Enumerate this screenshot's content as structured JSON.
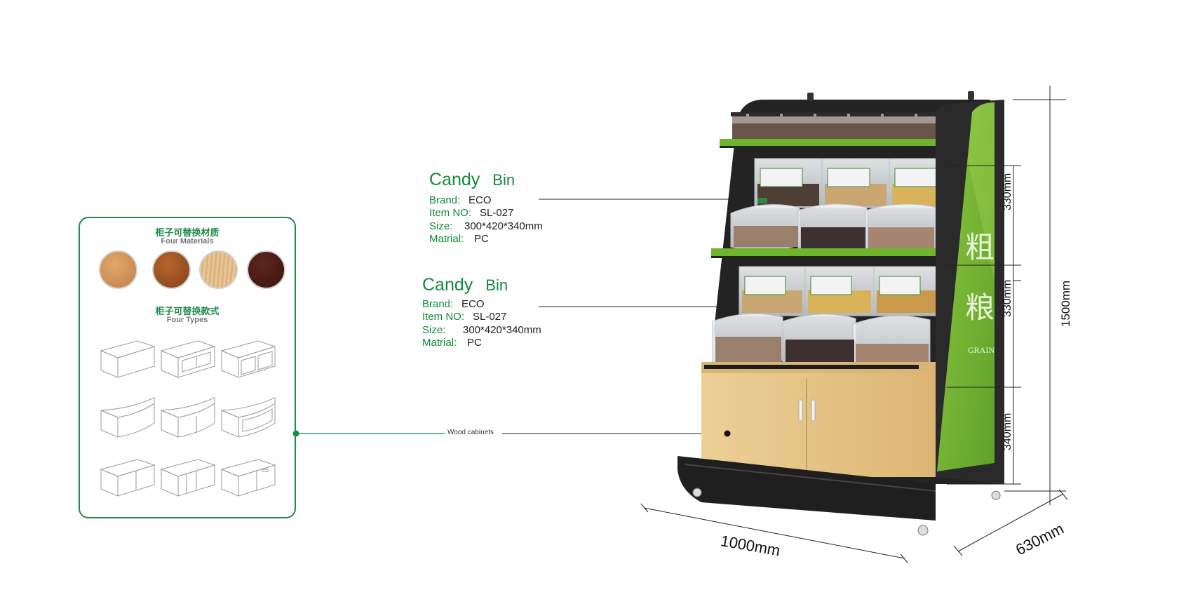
{
  "options": {
    "materials_title_cn": "柜子可替换材质",
    "materials_title_en": "Four Materials",
    "types_title_cn": "柜子可替换款式",
    "types_title_en": "Four Types"
  },
  "products": [
    {
      "name_word1": "Candy",
      "name_word2": "Bin",
      "brand_label": "Brand:",
      "brand": "ECO",
      "item_label": "Item NO:",
      "item_no": "SL-027",
      "size_label": "Size:",
      "size": "300*420*340mm",
      "material_label": "Matrial:",
      "material": "PC"
    },
    {
      "name_word1": "Candy",
      "name_word2": "Bin",
      "brand_label": "Brand:",
      "brand": "ECO",
      "item_label": "Item NO:",
      "item_no": "SL-027",
      "size_label": "Size:",
      "size": "300*420*340mm",
      "material_label": "Matrial:",
      "material": "PC"
    }
  ],
  "callout": {
    "cabinet_label": "Wood cabinets"
  },
  "side_panel": {
    "char1": "粗",
    "char2": "粮",
    "sub": "GRAIN"
  },
  "dimensions": {
    "tier1": "330mm",
    "tier2": "330mm",
    "cabinet": "340mm",
    "height": "1500mm",
    "width": "1000mm",
    "depth": "630mm"
  },
  "colors": {
    "brand_green": "#128a3c",
    "panel_green": "#7ab829",
    "frame_black": "#1e1e1e",
    "wood": "#e6c486"
  }
}
